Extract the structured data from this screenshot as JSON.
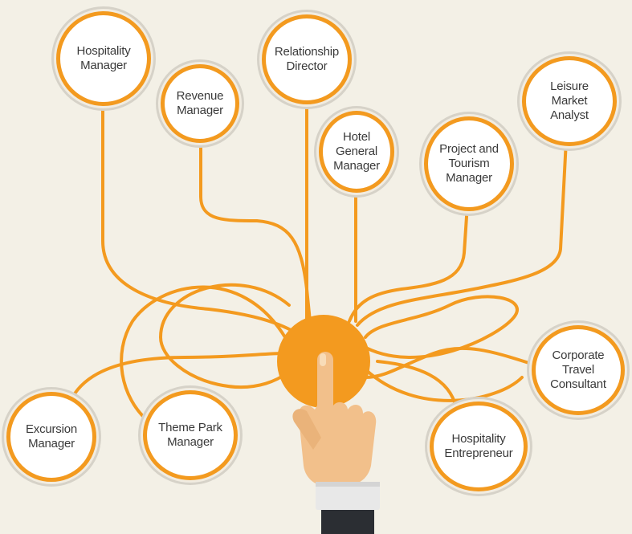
{
  "colors": {
    "background": "#f3f0e6",
    "accent": "#f39a1f",
    "node_fill": "#ffffff",
    "text": "#3a3a3a",
    "sleeve": "#2b2e33",
    "cuff": "#e8e8e8",
    "skin": "#f2c08b"
  },
  "center": {
    "icon": "pointing-hand-icon"
  },
  "nodes": [
    {
      "id": "hospitality-manager",
      "label": "Hospitality\nManager"
    },
    {
      "id": "revenue-manager",
      "label": "Revenue\nManager"
    },
    {
      "id": "relationship-director",
      "label": "Relationship\nDirector"
    },
    {
      "id": "hotel-general-manager",
      "label": "Hotel\nGeneral\nManager"
    },
    {
      "id": "project-tourism-manager",
      "label": "Project and\nTourism\nManager"
    },
    {
      "id": "leisure-market-analyst",
      "label": "Leisure Market\nAnalyst"
    },
    {
      "id": "corporate-travel-consultant",
      "label": "Corporate\nTravel\nConsultant"
    },
    {
      "id": "hospitality-entrepreneur",
      "label": "Hospitality\nEntrepreneur"
    },
    {
      "id": "theme-park-manager",
      "label": "Theme Park\nManager"
    },
    {
      "id": "excursion-manager",
      "label": "Excursion\nManager"
    }
  ]
}
